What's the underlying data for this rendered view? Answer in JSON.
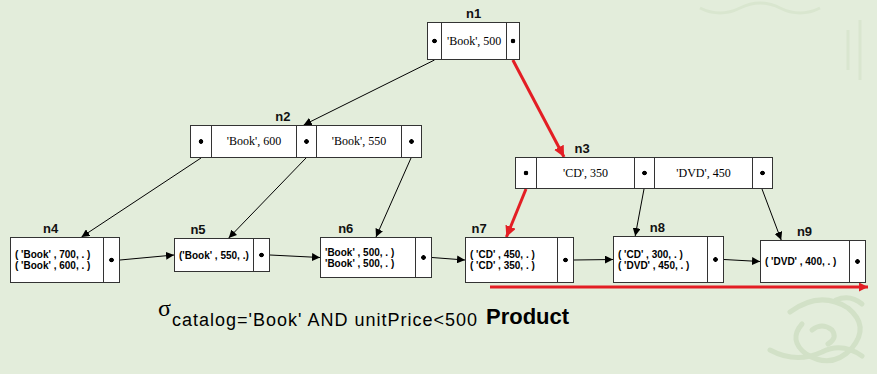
{
  "diagram": {
    "nodes": [
      {
        "text": [
          "n1",
          "'Book', 500"
        ]
      },
      {
        "text": [
          "n2",
          "'Book', 600",
          "'Book', 550"
        ]
      },
      {
        "text": [
          "n3",
          "'CD', 350",
          "'DVD', 450"
        ]
      },
      {
        "text": [
          "n4",
          "( 'Book' , 700, . )",
          "( 'Book' , 600, . )"
        ]
      },
      {
        "text": [
          "n5",
          "('Book' , 550, .)"
        ]
      },
      {
        "text": [
          "n6",
          "'Book' , 500, . )",
          "'Book' , 500, . )"
        ]
      },
      {
        "text": [
          "n7",
          "( 'CD' , 450, . )",
          "( 'CD' , 350, . )"
        ]
      },
      {
        "text": [
          "n8",
          "( 'CD' , 300, . )",
          "( 'DVD' , 450, . )"
        ]
      },
      {
        "text": [
          "n9",
          "( 'DVD' , 400, . )"
        ]
      }
    ],
    "edges": [
      {
        "from": 0,
        "to": 1,
        "arrow": "to"
      },
      {
        "from": 0,
        "to": 2,
        "arrow": "to"
      },
      {
        "from": 1,
        "to": 3,
        "arrow": "to"
      },
      {
        "from": 1,
        "to": 4,
        "arrow": "to"
      },
      {
        "from": 1,
        "to": 5,
        "arrow": "to"
      },
      {
        "from": 2,
        "to": 6,
        "arrow": "to"
      },
      {
        "from": 2,
        "to": 7,
        "arrow": "to"
      },
      {
        "from": 2,
        "to": 8,
        "arrow": "to"
      },
      {
        "from": 3,
        "to": 4,
        "arrow": "to"
      },
      {
        "from": 4,
        "to": 5,
        "arrow": "to"
      },
      {
        "from": 5,
        "to": 6,
        "arrow": "to"
      },
      {
        "from": 6,
        "to": 7,
        "arrow": "to"
      },
      {
        "from": 7,
        "to": 8,
        "arrow": "to"
      }
    ],
    "labels": [
      "σ",
      "catalog='Book' AND unitPrice<500",
      "Product"
    ]
  }
}
